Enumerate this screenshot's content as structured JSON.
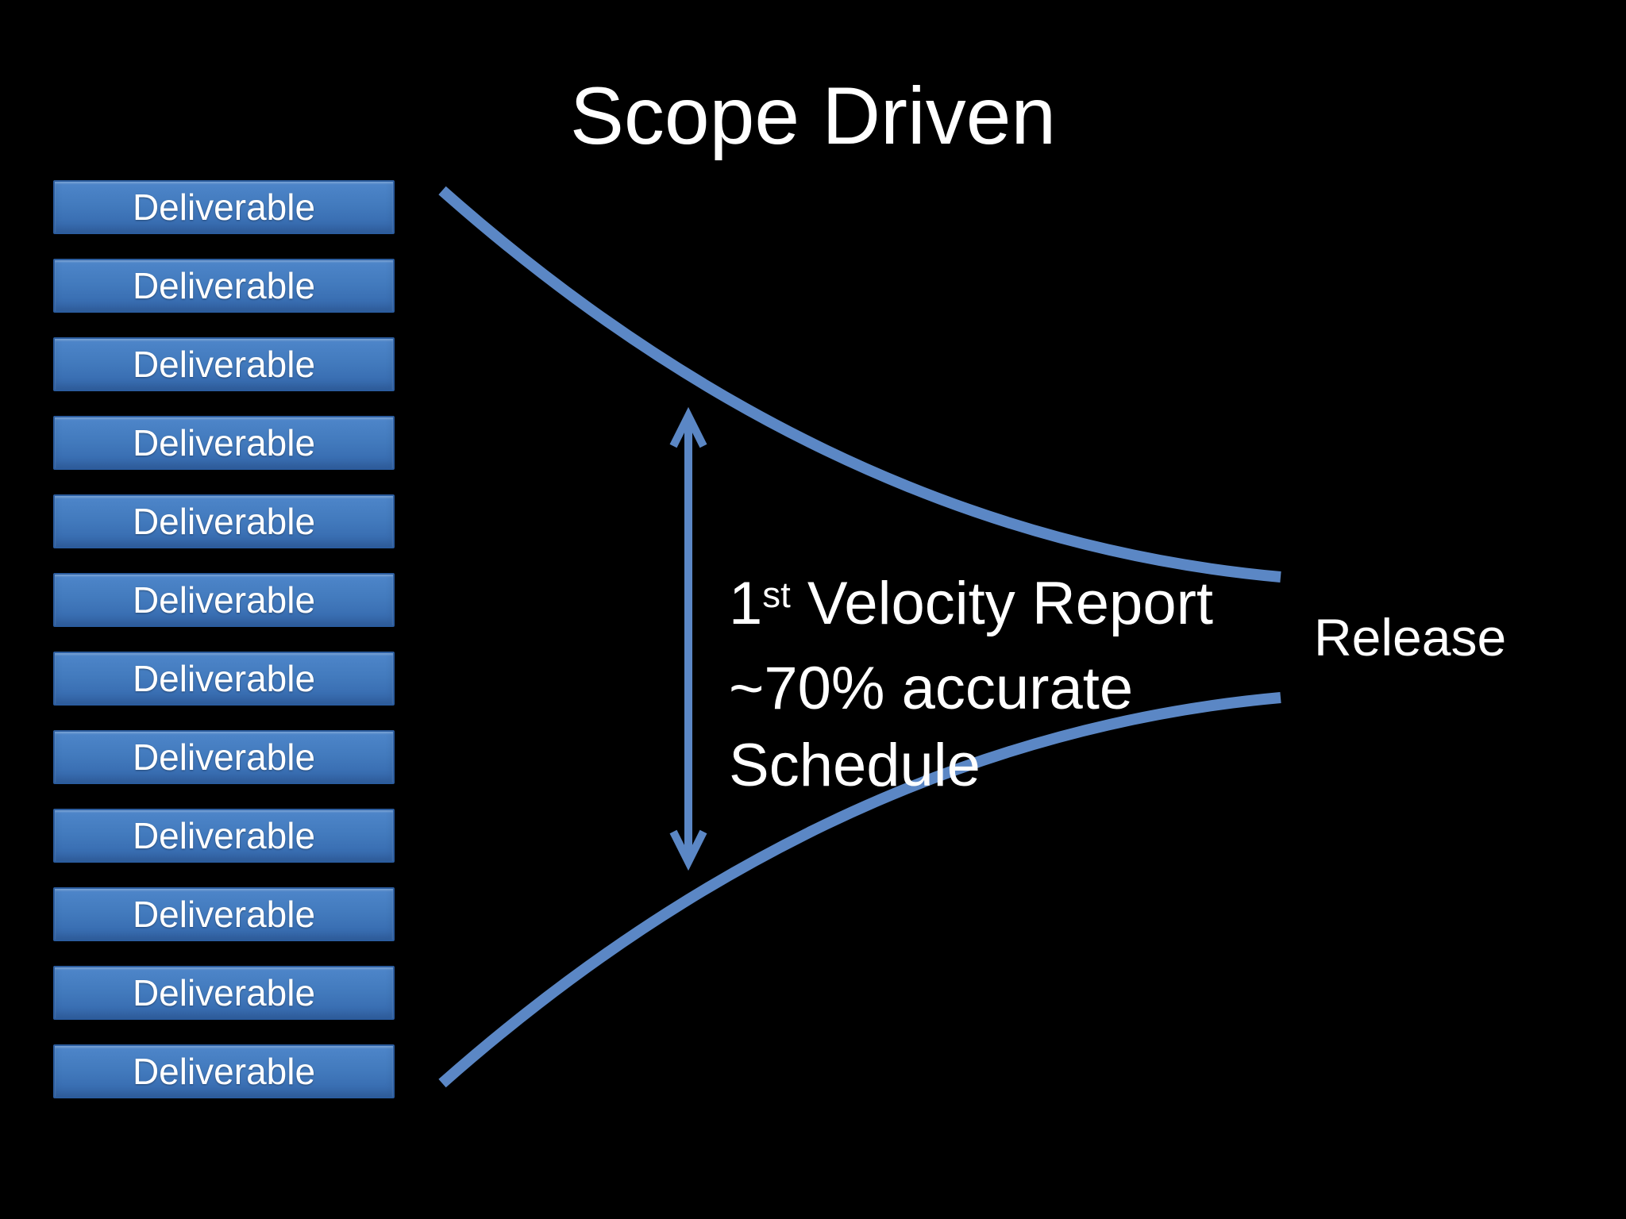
{
  "slide": {
    "title": "Scope Driven",
    "background_color": "#000000"
  },
  "colors": {
    "curve_blue": "#5b87c5",
    "box_fill_top": "#4e86ca",
    "box_fill_bottom": "#3467ac",
    "box_border": "#2b5c9e",
    "text": "#ffffff"
  },
  "deliverables": [
    {
      "label": "Deliverable"
    },
    {
      "label": "Deliverable"
    },
    {
      "label": "Deliverable"
    },
    {
      "label": "Deliverable"
    },
    {
      "label": "Deliverable"
    },
    {
      "label": "Deliverable"
    },
    {
      "label": "Deliverable"
    },
    {
      "label": "Deliverable"
    },
    {
      "label": "Deliverable"
    },
    {
      "label": "Deliverable"
    },
    {
      "label": "Deliverable"
    },
    {
      "label": "Deliverable"
    }
  ],
  "annotation": {
    "line1_prefix": "1",
    "line1_sup": "st",
    "line1_rest": " Velocity Report",
    "line2": "~70% accurate",
    "line3": "Schedule"
  },
  "release": {
    "label": "Release"
  },
  "icons": {
    "double_arrow": "vertical-double-arrow-icon"
  }
}
